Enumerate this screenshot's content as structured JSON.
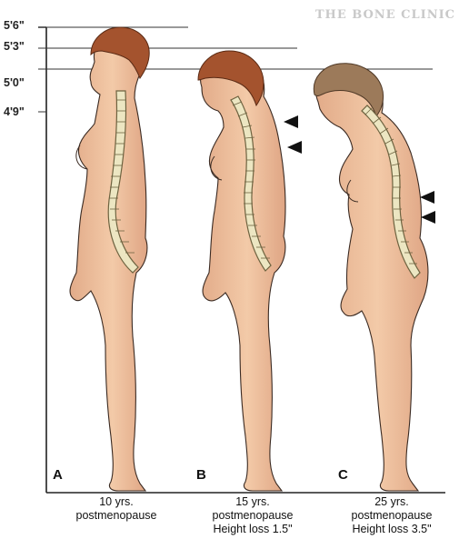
{
  "watermark": "THE BONE CLINIC",
  "height_scale": [
    "5'6\"",
    "5'3\"",
    "5'0\"",
    "4'9\""
  ],
  "panels": [
    {
      "letter": "A",
      "caption": [
        "10 yrs.",
        "postmenopause"
      ]
    },
    {
      "letter": "B",
      "caption": [
        "15 yrs.",
        "postmenopause",
        "Height loss 1.5\""
      ]
    },
    {
      "letter": "C",
      "caption": [
        "25 yrs.",
        "postmenopause",
        "Height loss 3.5\""
      ]
    }
  ],
  "colors": {
    "skin": "#efc3a1",
    "skin_shadow": "#d9a583",
    "outline": "#3a2a22",
    "hair": "#a4532e",
    "hair_grey": "#9c7a5a",
    "spine": "#ece6c2",
    "spine_line": "#6e6340"
  }
}
